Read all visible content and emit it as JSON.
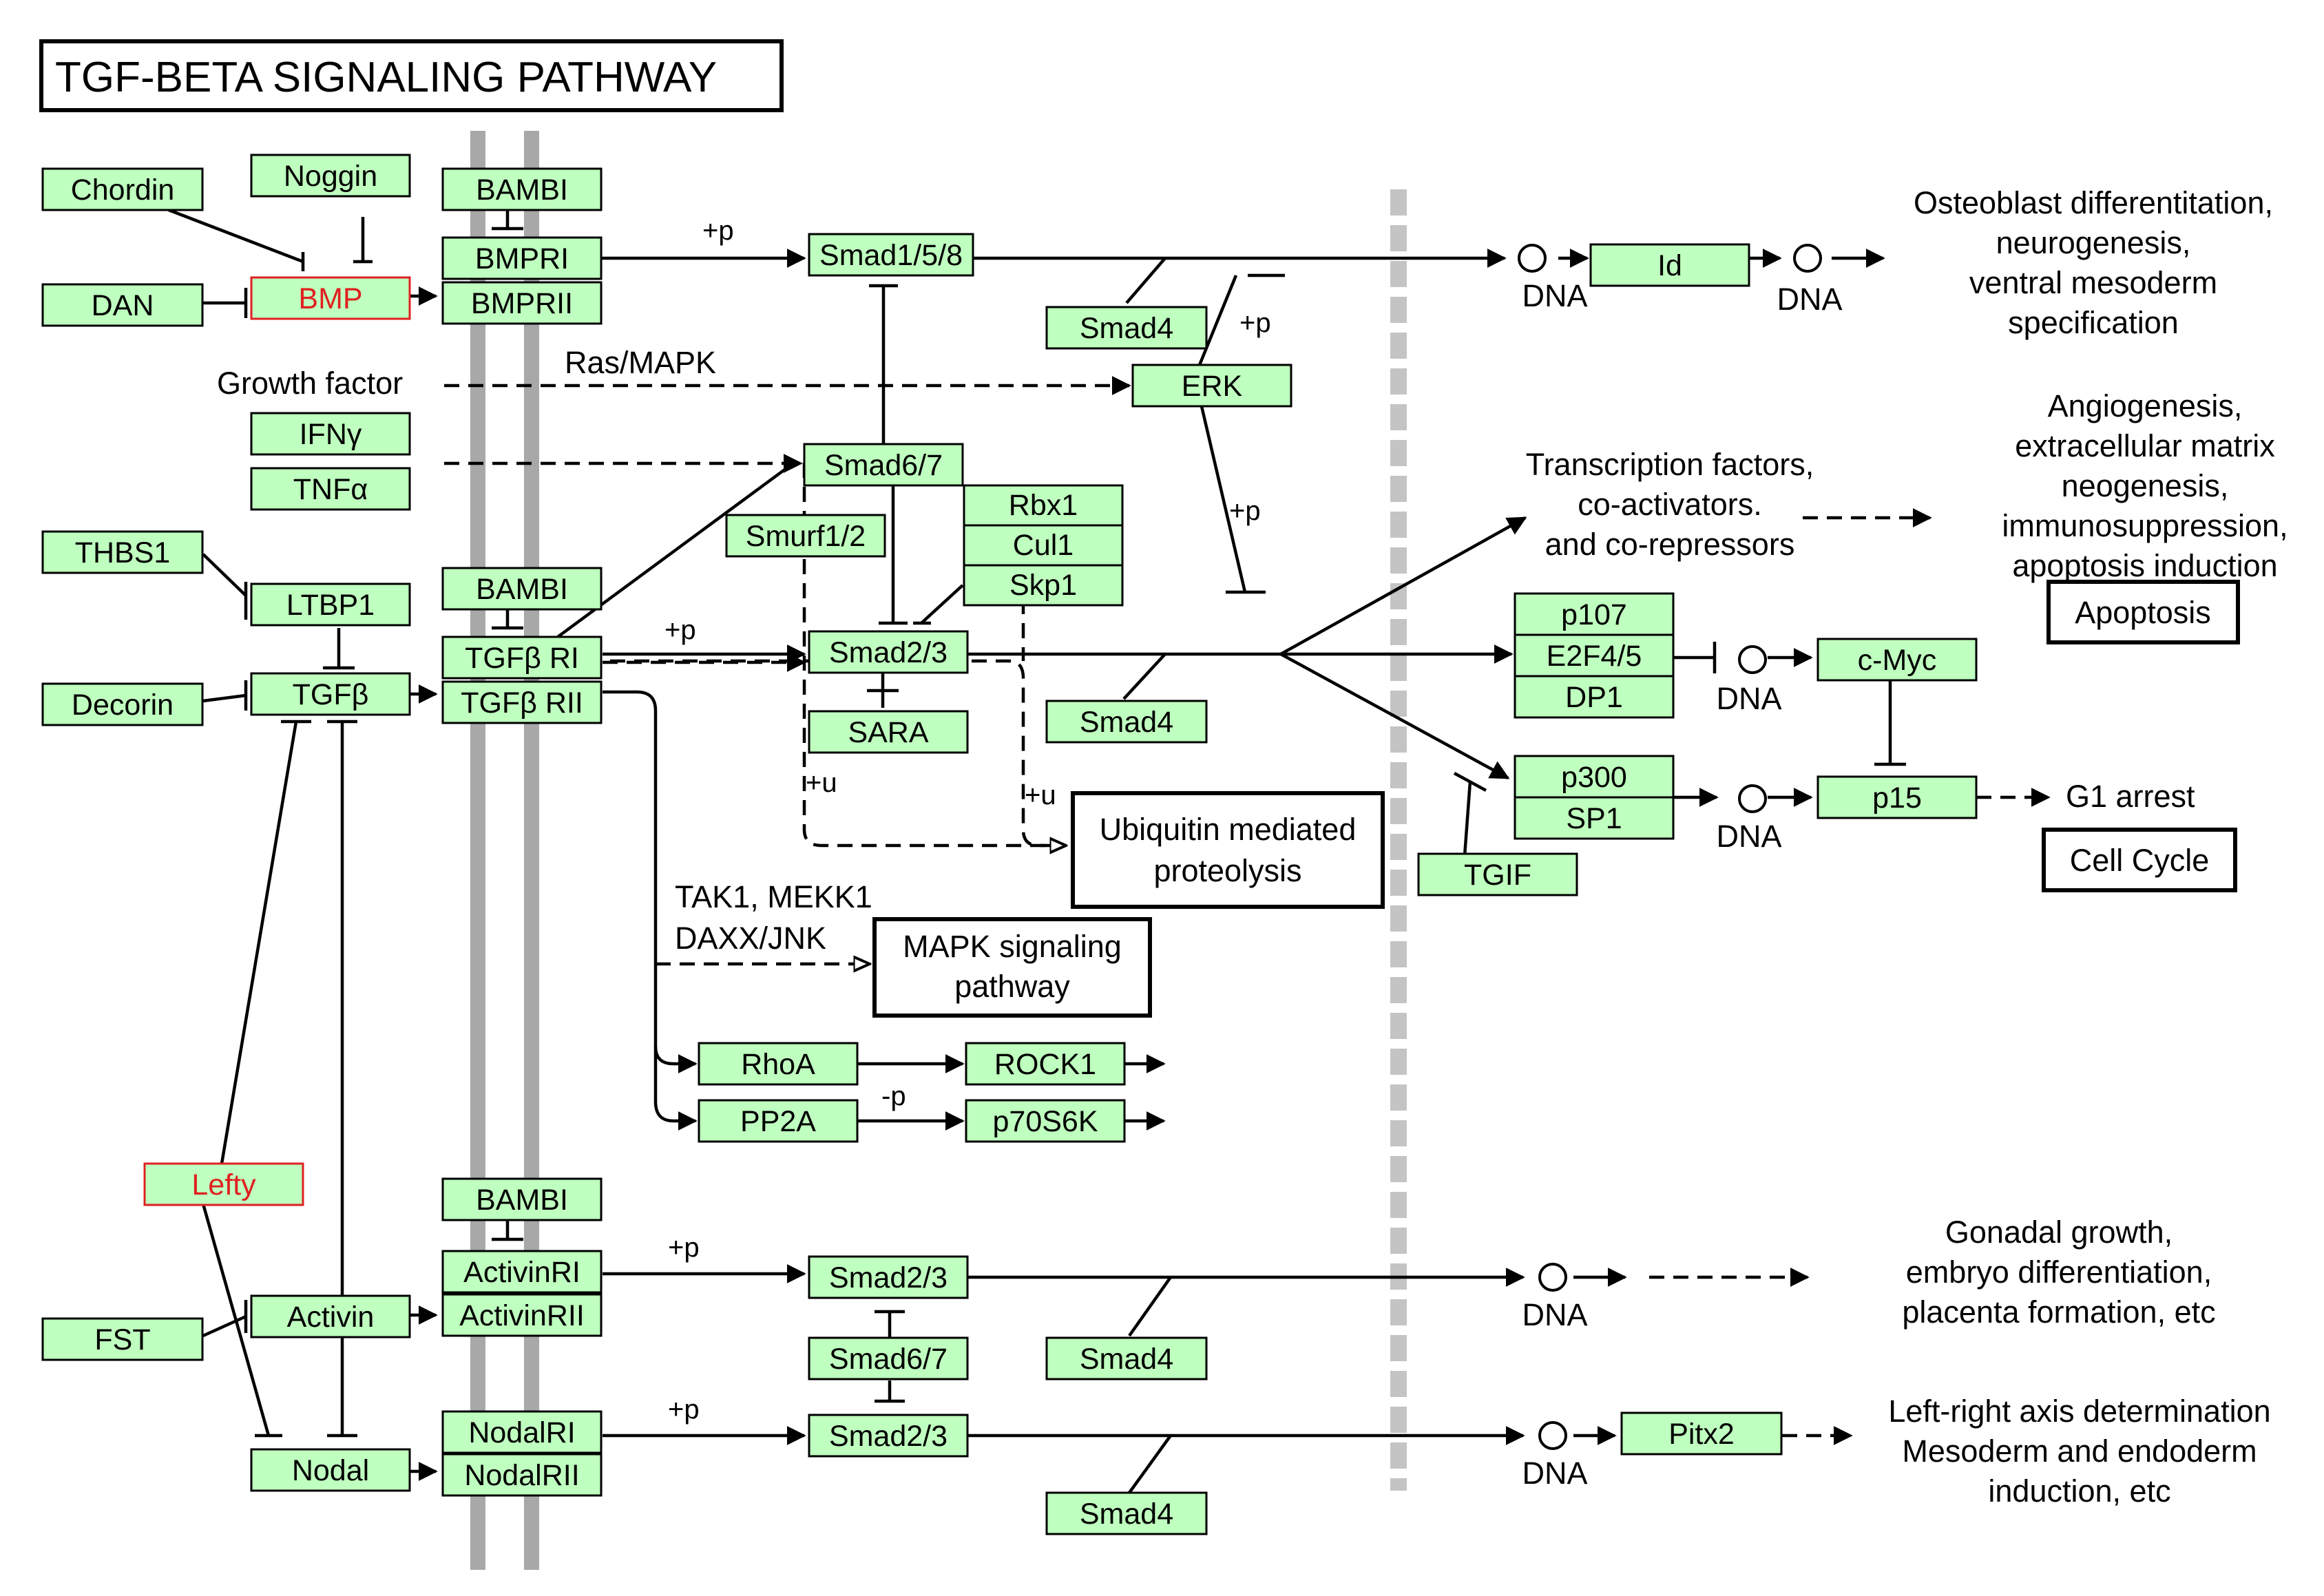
{
  "title": "TGF-BETA SIGNALING PATHWAY",
  "genes": {
    "chordin": "Chordin",
    "noggin": "Noggin",
    "dan": "DAN",
    "bmp": "BMP",
    "bambi1": "BAMBI",
    "bmpri": "BMPRI",
    "bmprii": "BMPRII",
    "smad158": "Smad1/5/8",
    "smad4_1": "Smad4",
    "erk": "ERK",
    "id": "Id",
    "ifng": "IFNγ",
    "tnfa": "TNFα",
    "smad67_1": "Smad6/7",
    "smurf12": "Smurf1/2",
    "rbx1": "Rbx1",
    "cul1": "Cul1",
    "skp1": "Skp1",
    "thbs1": "THBS1",
    "ltbp1": "LTBP1",
    "bambi2": "BAMBI",
    "decorin": "Decorin",
    "tgfb": "TGFβ",
    "tgfbri": "TGFβ RI",
    "tgfbrii": "TGFβ RII",
    "smad23_1": "Smad2/3",
    "sara": "SARA",
    "smad4_2": "Smad4",
    "p107": "p107",
    "e2f45": "E2F4/5",
    "dp1": "DP1",
    "cmyc": "c-Myc",
    "p300": "p300",
    "sp1": "SP1",
    "p15": "p15",
    "tgif": "TGIF",
    "rhoa": "RhoA",
    "rock1": "ROCK1",
    "pp2a": "PP2A",
    "p70s6k": "p70S6K",
    "lefty": "Lefty",
    "bambi3": "BAMBI",
    "activinri": "ActivinRI",
    "activinrii": "ActivinRII",
    "fst": "FST",
    "activin": "Activin",
    "smad23_2": "Smad2/3",
    "smad67_2": "Smad6/7",
    "smad4_3": "Smad4",
    "nodal": "Nodal",
    "nodalri": "NodalRI",
    "nodalrii": "NodalRII",
    "smad23_3": "Smad2/3",
    "smad4_4": "Smad4",
    "pitx2": "Pitx2"
  },
  "maps": {
    "apoptosis": "Apoptosis",
    "ubiquitin": [
      "Ubiquitin mediated",
      "proteolysis"
    ],
    "mapk": [
      "MAPK signaling",
      "pathway"
    ],
    "cell_cycle": "Cell Cycle"
  },
  "labels": {
    "growth_factor": "Growth factor",
    "ras_mapk": "Ras/MAPK",
    "tak1": "TAK1, MEKK1",
    "daxx": "DAXX/JNK",
    "tf": [
      "Transcription factors,",
      "co-activators.",
      "and co-repressors"
    ],
    "outcome_bmp": [
      "Osteoblast differentitation,",
      "neurogenesis,",
      "ventral mesoderm",
      "specification"
    ],
    "outcome_tgfb": [
      "Angiogenesis,",
      "extracellular matrix",
      "neogenesis,",
      "immunosuppression,",
      "apoptosis induction"
    ],
    "g1_arrest": "G1 arrest",
    "outcome_activin": [
      "Gonadal growth,",
      "embryo differentiation,",
      "placenta formation, etc"
    ],
    "outcome_nodal": [
      "Left-right axis determination",
      "Mesoderm and endoderm",
      "induction, etc"
    ],
    "dna": "DNA",
    "plus_p": "+p",
    "minus_p": "-p",
    "plus_u": "+u"
  }
}
